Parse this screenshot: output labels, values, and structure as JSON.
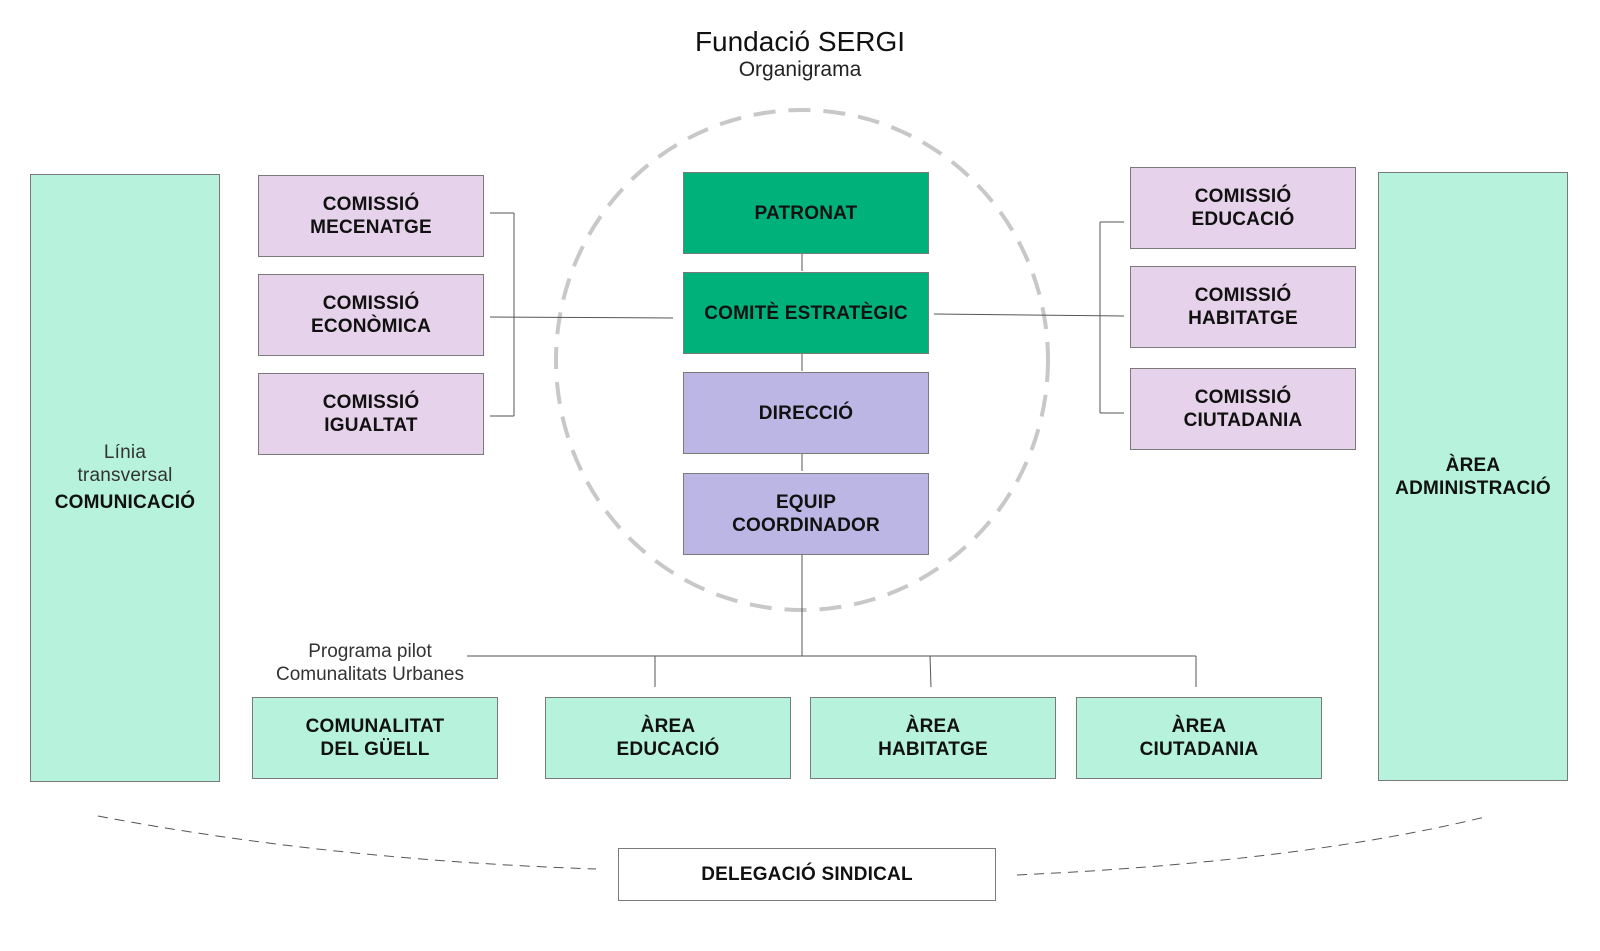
{
  "title": "Fundació SERGI",
  "subtitle": "Organigrama",
  "center": {
    "patronat": "PATRONAT",
    "comite": "COMITÈ ESTRATÈGIC",
    "direccio": "DIRECCIÓ",
    "equip": "EQUIP\nCOORDINADOR"
  },
  "left_commissions": [
    "COMISSIÓ\nMECENATGE",
    "COMISSIÓ\nECONÒMICA",
    "COMISSIÓ\nIGUALTAT"
  ],
  "right_commissions": [
    "COMISSIÓ\nEDUCACIÓ",
    "COMISSIÓ\nHABITATGE",
    "COMISSIÓ\nCIUTADANIA"
  ],
  "left_column": {
    "line1": "Línia",
    "line2": "transversal",
    "strong": "COMUNICACIÓ"
  },
  "right_column": {
    "strong": "ÀREA\nADMINISTRACIÓ"
  },
  "pilot_note": "Programa pilot\nComunalitats Urbanes",
  "bottom_areas": [
    "COMUNALITAT\nDEL GÜELL",
    "ÀREA\nEDUCACIÓ",
    "ÀREA\nHABITATGE",
    "ÀREA\nCIUTADANIA"
  ],
  "delegacio": "DELEGACIÓ SINDICAL",
  "colors": {
    "dark_green": "#00b27a",
    "light_purple": "#e6d2ea",
    "mid_purple": "#bbb6e3",
    "mint": "#b6f2dc",
    "circle_dash": "#c8c8c8"
  }
}
